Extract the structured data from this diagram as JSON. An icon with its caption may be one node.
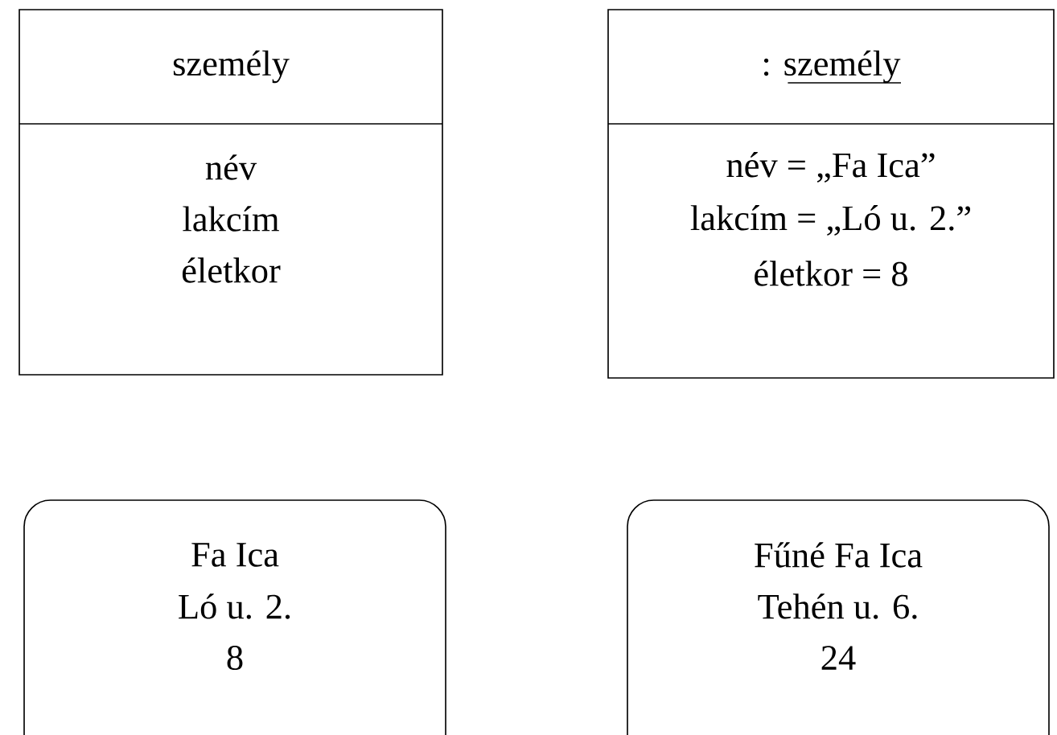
{
  "diagram": {
    "nodes": [
      {
        "text": [
          "személy",
          "név",
          "lakcím",
          "életkor"
        ]
      },
      {
        "text": [
          ": személy",
          "név = „Fa Ica”",
          "lakcím = „Ló u. 2.”",
          "életkor = 8"
        ]
      },
      {
        "text": [
          "Fa Ica",
          "Ló u. 2.",
          "8"
        ]
      },
      {
        "text": [
          "Fűné Fa Ica",
          "Tehén u. 6.",
          "24"
        ]
      }
    ]
  }
}
